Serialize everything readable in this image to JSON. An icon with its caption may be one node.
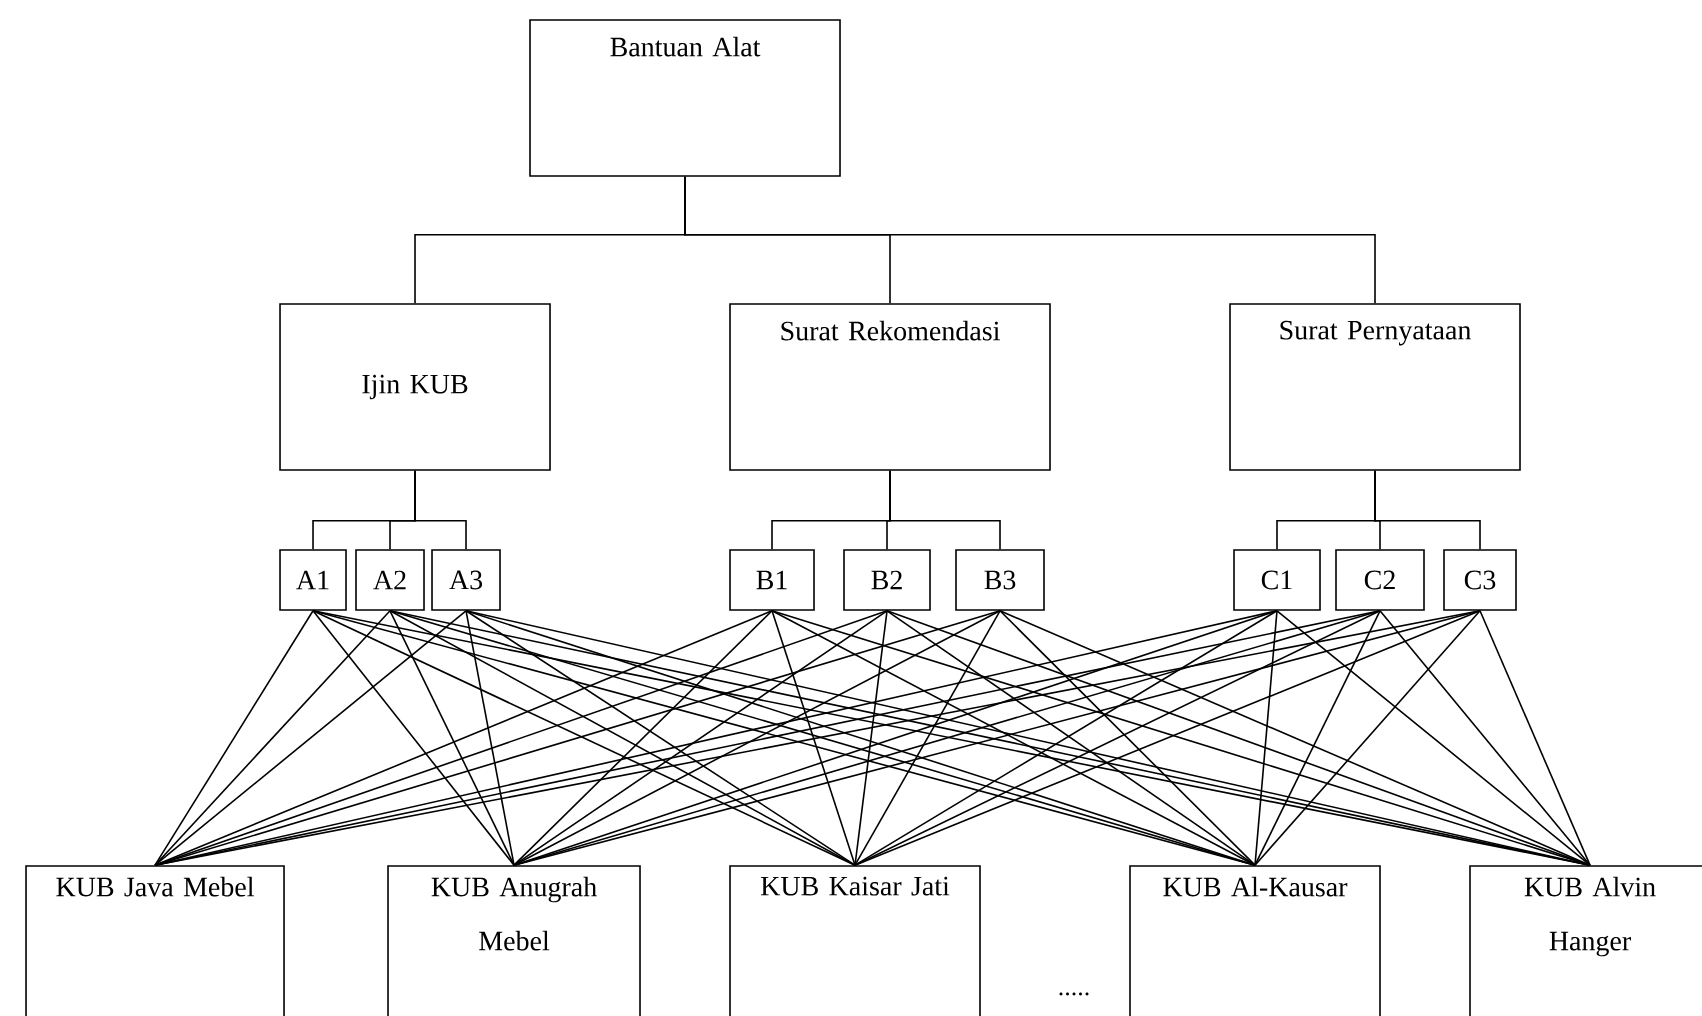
{
  "diagram": {
    "nodes": [
      {
        "text": [
          "Bantuan Alat"
        ]
      },
      {
        "text": [
          "Ijin KUB"
        ]
      },
      {
        "text": [
          "Surat Rekomendasi"
        ]
      },
      {
        "text": [
          "Surat Pernyataan"
        ]
      },
      {
        "text": [
          "A1"
        ]
      },
      {
        "text": [
          "A2"
        ]
      },
      {
        "text": [
          "A3"
        ]
      },
      {
        "text": [
          "B1"
        ]
      },
      {
        "text": [
          "B2"
        ]
      },
      {
        "text": [
          "B3"
        ]
      },
      {
        "text": [
          "C1"
        ]
      },
      {
        "text": [
          "C2"
        ]
      },
      {
        "text": [
          "C3"
        ]
      },
      {
        "text": [
          "KUB Java Mebel"
        ]
      },
      {
        "text": [
          "KUB Anugrah Mebel"
        ]
      },
      {
        "text": [
          "KUB Kaisar Jati"
        ]
      },
      {
        "text": [
          "KUB Al-Kausar"
        ]
      },
      {
        "text": [
          "KUB Alvin Hanger"
        ]
      }
    ],
    "edges": [
      {
        "from": 0,
        "to": 1,
        "arrow": "none"
      },
      {
        "from": 0,
        "to": 2,
        "arrow": "none"
      },
      {
        "from": 0,
        "to": 3,
        "arrow": "none"
      },
      {
        "from": 1,
        "to": 4,
        "arrow": "none"
      },
      {
        "from": 1,
        "to": 5,
        "arrow": "none"
      },
      {
        "from": 1,
        "to": 6,
        "arrow": "none"
      },
      {
        "from": 2,
        "to": 7,
        "arrow": "none"
      },
      {
        "from": 2,
        "to": 8,
        "arrow": "none"
      },
      {
        "from": 2,
        "to": 9,
        "arrow": "none"
      },
      {
        "from": 3,
        "to": 10,
        "arrow": "none"
      },
      {
        "from": 3,
        "to": 11,
        "arrow": "none"
      },
      {
        "from": 3,
        "to": 12,
        "arrow": "none"
      },
      {
        "from": 4,
        "to": 13,
        "arrow": "none"
      },
      {
        "from": 4,
        "to": 14,
        "arrow": "none"
      },
      {
        "from": 4,
        "to": 15,
        "arrow": "none"
      },
      {
        "from": 4,
        "to": 16,
        "arrow": "none"
      },
      {
        "from": 4,
        "to": 17,
        "arrow": "none"
      },
      {
        "from": 5,
        "to": 13,
        "arrow": "none"
      },
      {
        "from": 5,
        "to": 14,
        "arrow": "none"
      },
      {
        "from": 5,
        "to": 15,
        "arrow": "none"
      },
      {
        "from": 5,
        "to": 16,
        "arrow": "none"
      },
      {
        "from": 5,
        "to": 17,
        "arrow": "none"
      },
      {
        "from": 6,
        "to": 13,
        "arrow": "none"
      },
      {
        "from": 6,
        "to": 14,
        "arrow": "none"
      },
      {
        "from": 6,
        "to": 15,
        "arrow": "none"
      },
      {
        "from": 6,
        "to": 16,
        "arrow": "none"
      },
      {
        "from": 6,
        "to": 17,
        "arrow": "none"
      },
      {
        "from": 7,
        "to": 13,
        "arrow": "none"
      },
      {
        "from": 7,
        "to": 14,
        "arrow": "none"
      },
      {
        "from": 7,
        "to": 15,
        "arrow": "none"
      },
      {
        "from": 7,
        "to": 16,
        "arrow": "none"
      },
      {
        "from": 7,
        "to": 17,
        "arrow": "none"
      },
      {
        "from": 8,
        "to": 13,
        "arrow": "none"
      },
      {
        "from": 8,
        "to": 14,
        "arrow": "none"
      },
      {
        "from": 8,
        "to": 15,
        "arrow": "none"
      },
      {
        "from": 8,
        "to": 16,
        "arrow": "none"
      },
      {
        "from": 8,
        "to": 17,
        "arrow": "none"
      },
      {
        "from": 9,
        "to": 13,
        "arrow": "none"
      },
      {
        "from": 9,
        "to": 14,
        "arrow": "none"
      },
      {
        "from": 9,
        "to": 15,
        "arrow": "none"
      },
      {
        "from": 9,
        "to": 16,
        "arrow": "none"
      },
      {
        "from": 9,
        "to": 17,
        "arrow": "none"
      },
      {
        "from": 10,
        "to": 13,
        "arrow": "none"
      },
      {
        "from": 10,
        "to": 14,
        "arrow": "none"
      },
      {
        "from": 10,
        "to": 15,
        "arrow": "none"
      },
      {
        "from": 10,
        "to": 16,
        "arrow": "none"
      },
      {
        "from": 10,
        "to": 17,
        "arrow": "none"
      },
      {
        "from": 11,
        "to": 13,
        "arrow": "none"
      },
      {
        "from": 11,
        "to": 14,
        "arrow": "none"
      },
      {
        "from": 11,
        "to": 15,
        "arrow": "none"
      },
      {
        "from": 11,
        "to": 16,
        "arrow": "none"
      },
      {
        "from": 11,
        "to": 17,
        "arrow": "none"
      },
      {
        "from": 12,
        "to": 13,
        "arrow": "none"
      },
      {
        "from": 12,
        "to": 14,
        "arrow": "none"
      },
      {
        "from": 12,
        "to": 15,
        "arrow": "none"
      },
      {
        "from": 12,
        "to": 16,
        "arrow": "none"
      },
      {
        "from": 12,
        "to": 17,
        "arrow": "none"
      }
    ],
    "labels": [
      "....."
    ]
  }
}
